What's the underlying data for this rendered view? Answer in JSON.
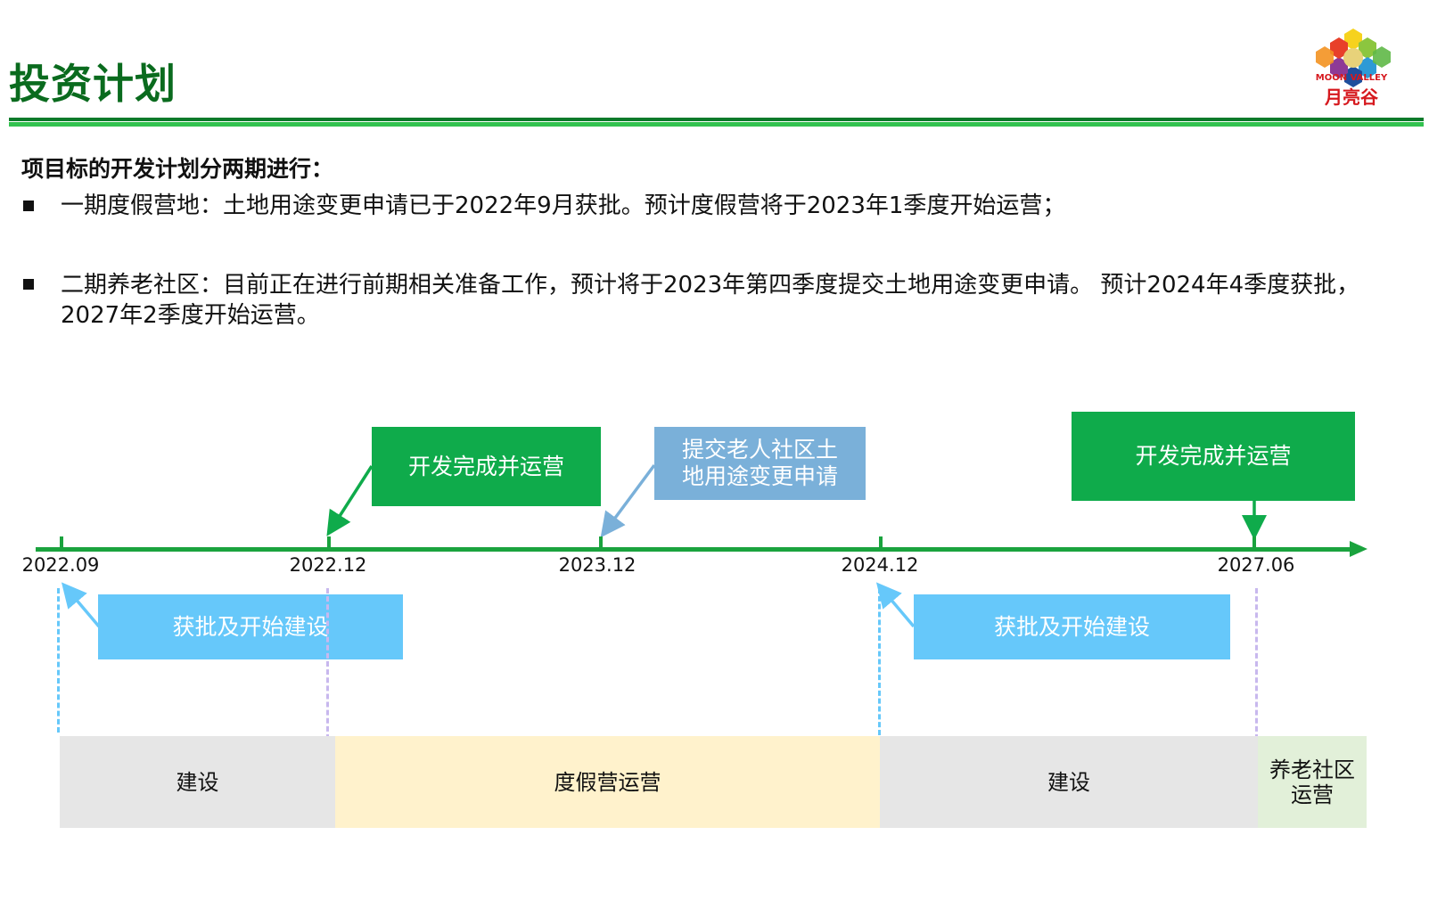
{
  "header": {
    "title": "投资计划",
    "logo_en": "MOON VALLEY",
    "logo_cn": "月亮谷",
    "accent_dark": "#0b7a2a",
    "accent_light": "#33c24f"
  },
  "body": {
    "intro": "项目标的开发计划分两期进行：",
    "bullets": [
      "一期度假营地：土地用途变更申请已于2022年9月获批。预计度假营将于2023年1季度开始运营；",
      "二期养老社区：目前正在进行前期相关准备工作，预计将于2023年第四季度提交土地用途变更申请。 预计2024年4季度获批，2027年2季度开始运营。"
    ]
  },
  "timeline": {
    "dates": [
      "2022.09",
      "2022.12",
      "2023.12",
      "2024.12",
      "2027.06"
    ],
    "callouts_above": [
      "开发完成并运营",
      "提交老人社区土地用途变更申请",
      "开发完成并运营"
    ],
    "callouts_below": [
      "获批及开始建设",
      "获批及开始建设"
    ],
    "phases": [
      "建设",
      "度假营运营",
      "建设",
      "养老社区运营"
    ],
    "colors": {
      "axis": "#1aa33e",
      "callout_green": "#0fab4b",
      "callout_steel": "#7ab0d9",
      "callout_sky": "#66c8fa",
      "phase_build": "#e6e6e6",
      "phase_camp": "#fff2cc",
      "phase_elder": "#e2f0d9"
    }
  }
}
